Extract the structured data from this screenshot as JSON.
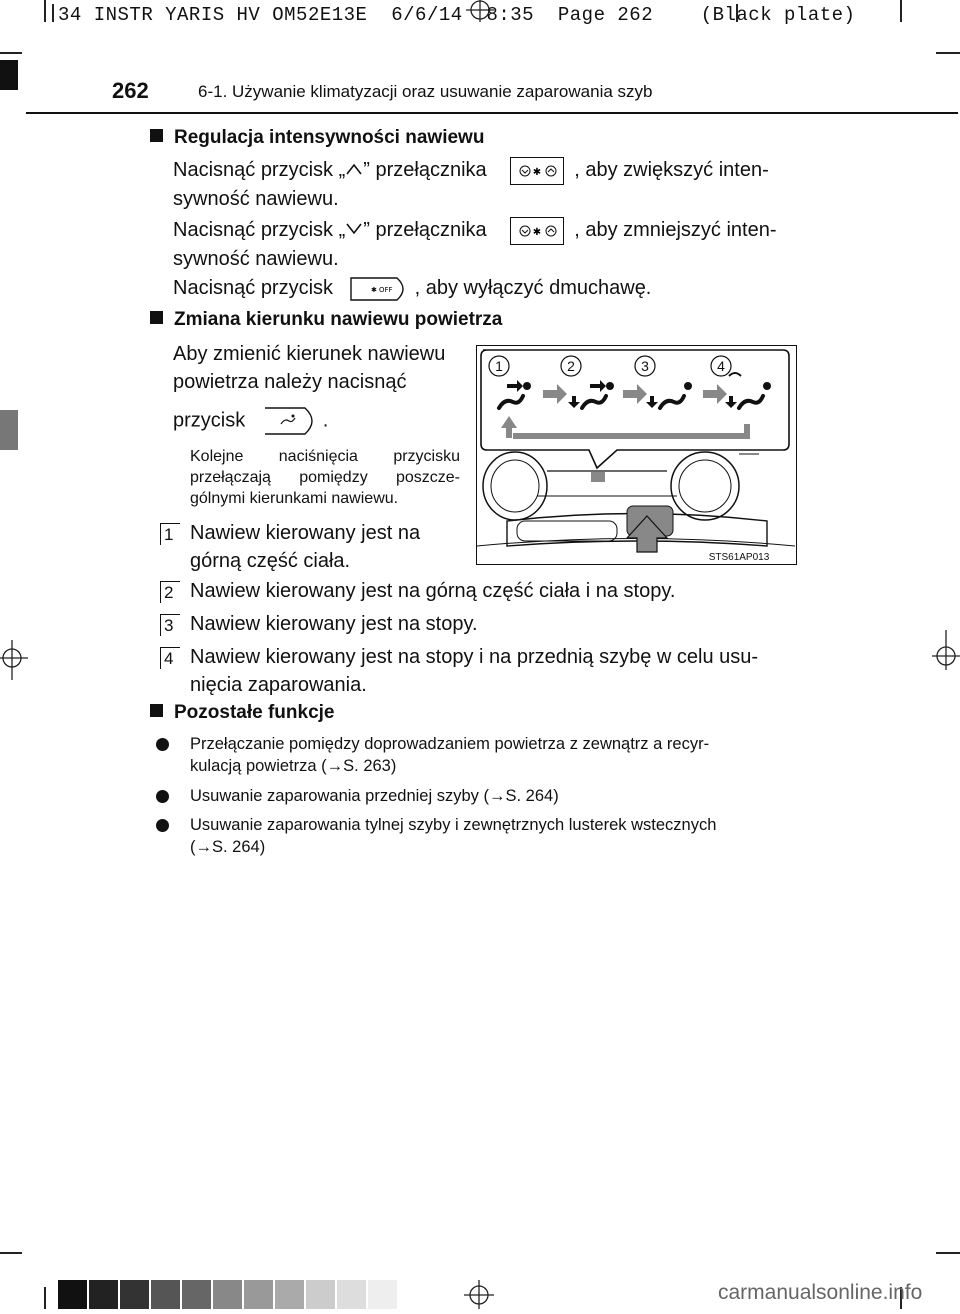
{
  "slug": "34 INSTR YARIS HV OM52E13E  6/6/14  8:35  Page 262    (Black plate)",
  "header": {
    "page_number": "262",
    "running_title": "6-1. Używanie klimatyzacji oraz usuwanie zaparowania szyb"
  },
  "section1": {
    "heading": "Regulacja intensywności nawiewu",
    "p1a": "Nacisnąć przycisk „",
    "p1b": "” przełącznika",
    "p1c": ", aby zwiększyć inten-",
    "p1d": "sywność nawiewu.",
    "p2a": "Nacisnąć przycisk „",
    "p2b": "” przełącznika",
    "p2c": ", aby zmniejszyć inten-",
    "p2d": "sywność nawiewu.",
    "p3a": "Nacisnąć przycisk",
    "p3b": ", aby wyłączyć dmuchawę.",
    "key_off_label": "OFF"
  },
  "section2": {
    "heading": "Zmiana kierunku nawiewu powietrza",
    "l1": "Aby zmienić kierunek nawiewu",
    "l2": "powietrza należy nacisnąć",
    "l3": "przycisk",
    "l3end": ".",
    "note1": "Kolejne naciśnięcia przycisku",
    "note2": "przełączają pomiędzy poszcze-",
    "note3": "gólnymi kierunkami nawiewu.",
    "items": [
      {
        "n": "1",
        "l1": "Nawiew kierowany jest na",
        "l2": "górną część ciała."
      },
      {
        "n": "2",
        "l1": "Nawiew kierowany jest na górną część ciała i na stopy."
      },
      {
        "n": "3",
        "l1": "Nawiew kierowany jest na stopy."
      },
      {
        "n": "4",
        "l1": "Nawiew kierowany jest na stopy i na przednią szybę w celu usu-",
        "l2": "nięcia zaparowania."
      }
    ],
    "figure": {
      "labels": [
        "1",
        "2",
        "3",
        "4"
      ],
      "code": "STS61AP013"
    }
  },
  "section3": {
    "heading": "Pozostałe funkcje",
    "b1a": "Przełączanie pomiędzy doprowadzaniem powietrza z zewnątrz a recyr-",
    "b1b": "kulacją powietrza (",
    "b1c": "S. 263)",
    "b2a": "Usuwanie zaparowania przedniej szyby (",
    "b2b": "S. 264)",
    "b3a": "Usuwanie zaparowania tylnej szyby i zewnętrznych lusterek wstecznych",
    "b3b": "(",
    "b3c": "S. 264)"
  },
  "footer": {
    "watermark": "carmanualsonline.info"
  }
}
